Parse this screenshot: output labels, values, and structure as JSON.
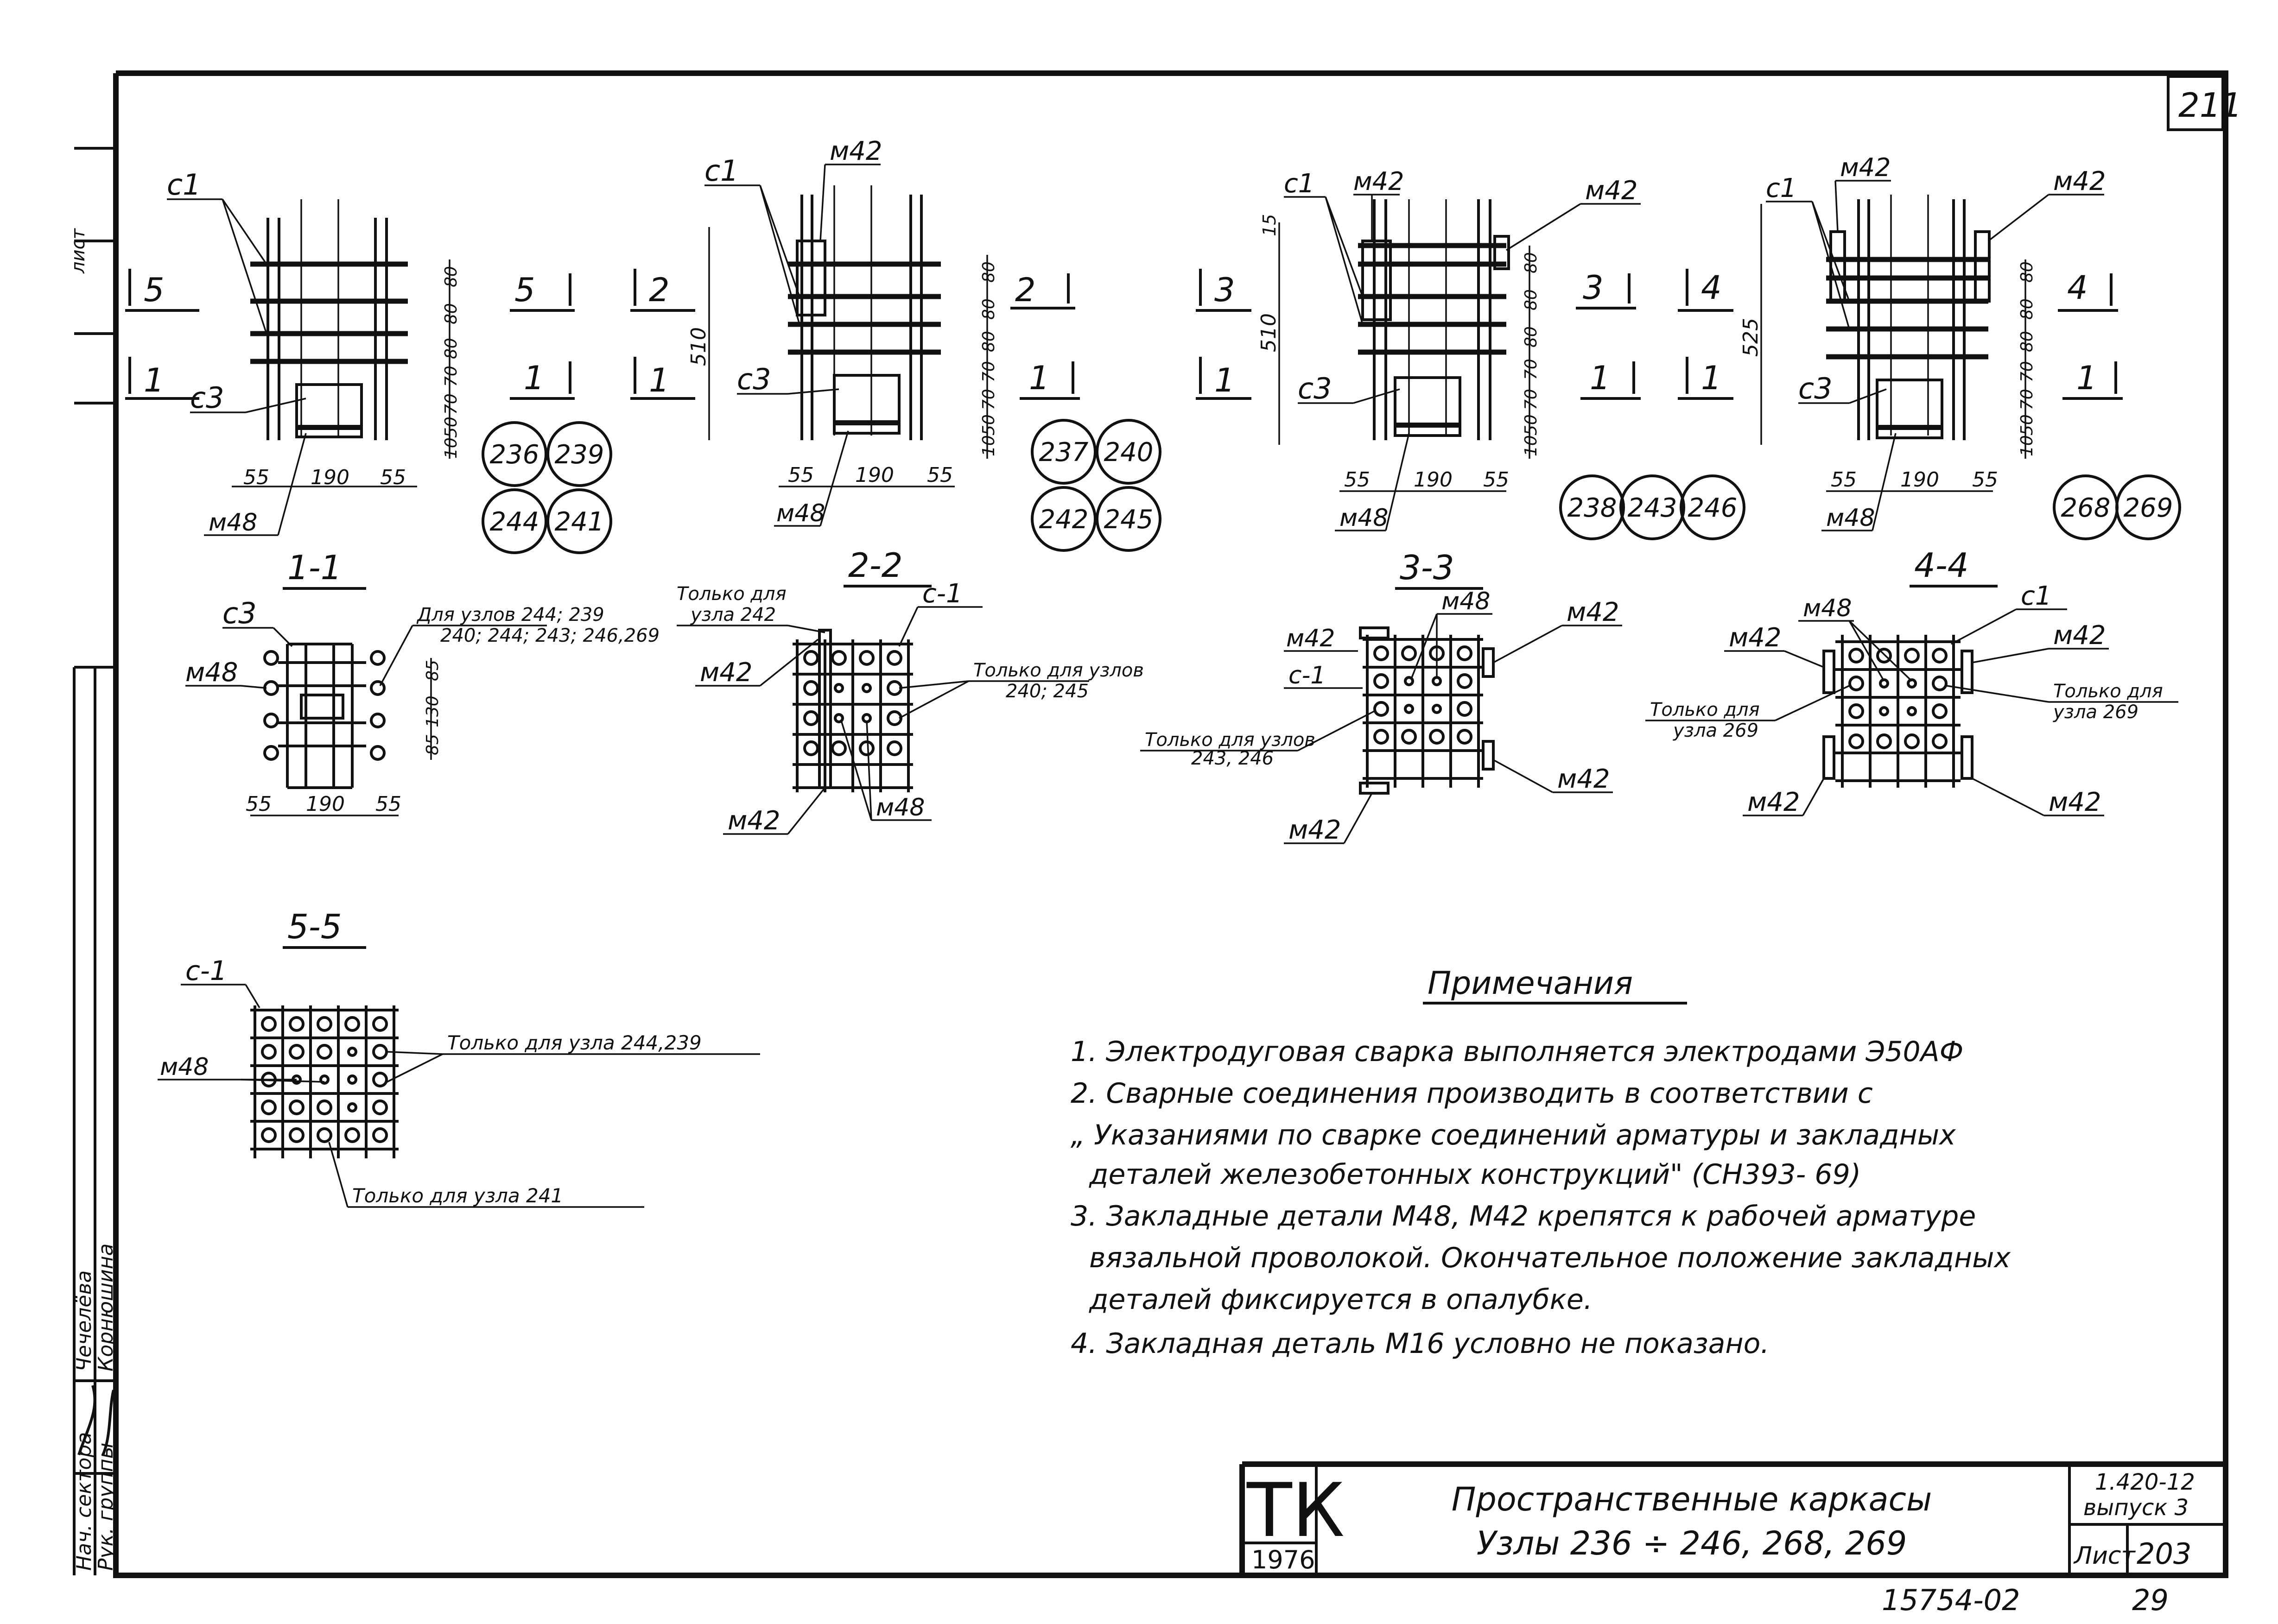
{
  "sheet_corner_number": "211",
  "elevations": [
    {
      "id": "e1",
      "sections_left": [
        {
          "num": "5",
          "label": "5"
        },
        {
          "num": "1",
          "label": "1"
        }
      ],
      "sections_right": [
        {
          "num": "5"
        },
        {
          "num": "1"
        }
      ],
      "callouts": [
        "с1",
        "с3",
        "м48"
      ],
      "dims_right": [
        "80",
        "80",
        "80",
        "70",
        "70",
        "50",
        "10"
      ],
      "dims_bottom": [
        "55",
        "190",
        "55"
      ],
      "nodes": [
        "236",
        "239",
        "244",
        "241"
      ]
    },
    {
      "id": "e2",
      "sections_left": [
        {
          "num": "2"
        },
        {
          "num": "1"
        }
      ],
      "sections_right": [
        {
          "num": "2"
        },
        {
          "num": "1"
        }
      ],
      "callouts": [
        "с1",
        "м42",
        "с3",
        "м48"
      ],
      "height": "510",
      "dims_right": [
        "80",
        "80",
        "80",
        "70",
        "70",
        "50",
        "10"
      ],
      "dims_bottom": [
        "55",
        "190",
        "55"
      ],
      "nodes": [
        "237",
        "240",
        "242",
        "245"
      ]
    },
    {
      "id": "e3",
      "sections_left": [
        {
          "num": "3"
        },
        {
          "num": "1"
        }
      ],
      "sections_right": [
        {
          "num": "3"
        },
        {
          "num": "1"
        }
      ],
      "callouts": [
        "с1",
        "м42",
        "м42",
        "с3",
        "м48"
      ],
      "height": "510",
      "top": "15",
      "dims_right": [
        "80",
        "80",
        "80",
        "70",
        "70",
        "50",
        "10"
      ],
      "dims_bottom": [
        "55",
        "190",
        "55"
      ],
      "nodes": [
        "238",
        "243",
        "246"
      ]
    },
    {
      "id": "e4",
      "sections_left": [
        {
          "num": "4"
        },
        {
          "num": "1"
        }
      ],
      "sections_right": [
        {
          "num": "4"
        },
        {
          "num": "1"
        }
      ],
      "callouts": [
        "с1",
        "м42",
        "м42",
        "с3",
        "м48"
      ],
      "height": "525",
      "dims_right": [
        "80",
        "80",
        "80",
        "70",
        "70",
        "50",
        "10"
      ],
      "dims_bottom": [
        "55",
        "190",
        "55"
      ],
      "nodes": [
        "268",
        "269"
      ]
    }
  ],
  "section_titles": [
    "1-1",
    "2-2",
    "3-3",
    "4-4",
    "5-5"
  ],
  "sec11": {
    "c3": "с3",
    "m48": "м48",
    "note1": "Для узлов 244; 239",
    "note2": "240; 244; 243; 246,269",
    "dims_v": [
      "85",
      "130",
      "85"
    ],
    "dims_h": [
      "55",
      "190",
      "55"
    ]
  },
  "sec22": {
    "c1": "с-1",
    "only_242": "Только для",
    "only_242b": "узла 242",
    "m42a": "м42",
    "m42b": "м42",
    "only_240": "Только для узлов",
    "only_240b": "240; 245",
    "m48": "м48"
  },
  "sec33": {
    "m48": "м48",
    "m42a": "м42",
    "m42b": "м42",
    "c1": "с-1",
    "m42c": "м42",
    "m42d": "м42",
    "only": "Только для узлов",
    "onlyb": "243, 246"
  },
  "sec44": {
    "c1": "с1",
    "m48": "м48",
    "m42a": "м42",
    "m42b": "м42",
    "m42c": "м42",
    "m42d": "м42",
    "onlyL": "Только для",
    "onlyLb": "узла 269",
    "onlyR": "Только для",
    "onlyRb": "узла 269"
  },
  "sec55": {
    "c1": "с-1",
    "m48": "м48",
    "only1": "Только для узла 244,239",
    "only2": "Только для узла 241"
  },
  "notes": {
    "title": "Примечания",
    "lines": [
      "1. Электродуговая  сварка  выполняется  электродами Э50АФ",
      "2. Сварные  соединения  производить  в соответствии с",
      "„ Указаниями  по сварке  соединений  арматуры и закладных",
      "деталей  железобетонных  конструкций\" (СН393- 69)",
      "3. Закладные  детали  М48, М42  крепятся  к рабочей  арматуре",
      "вязальной  проволокой.  Окончательное  положение  закладных",
      "деталей  фиксируется  в опалубке.",
      "4. Закладная  деталь  М16 условно  не показано."
    ]
  },
  "left_strip": {
    "label_top": "лист",
    "role1": "Нач. сектора",
    "role2": "Рук. группы",
    "name1": "Чечелёва",
    "name2": "Корнюшина"
  },
  "title_block": {
    "logo_top": "ТК",
    "logo_year": "1976",
    "title_line1": "Пространственные  каркасы",
    "title_line2": "Узлы  236 ÷ 246,  268,  269",
    "series": "1.420-12",
    "issue": "выпуск 3",
    "sheet_label": "Лист",
    "sheet_num": "203",
    "doc_number": "15754-02",
    "page": "29"
  }
}
